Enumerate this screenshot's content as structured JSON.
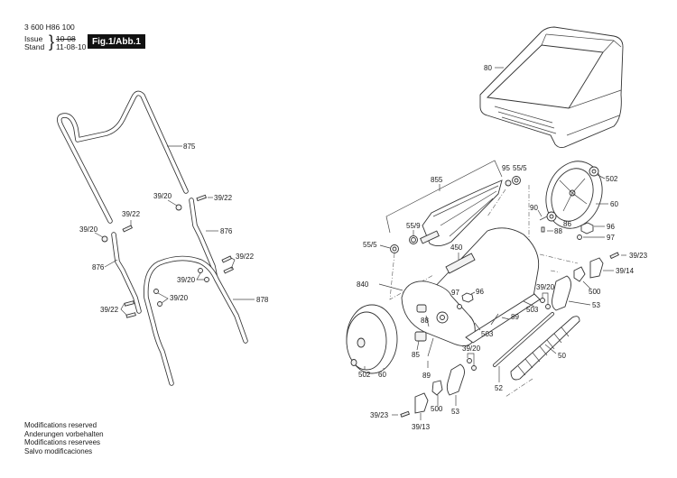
{
  "header": {
    "part_number": "3 600 H86 100",
    "issue_label": "Issue",
    "stand_label": "Stand",
    "issue_date_struck": "10-08",
    "stand_date": "11-08-10",
    "figure_badge": "Fig.1/Abb.1"
  },
  "notes": [
    "Modifications reserved",
    "Anderungen vorbehalten",
    "Modifications reservees",
    "Salvo modificaciones"
  ],
  "callouts": {
    "grass_box": "80",
    "upper_handle": "875",
    "mid_handle": "876",
    "lower_handle": "878",
    "nut": "39/20",
    "bolt": "39/22",
    "cylinder": "855",
    "spacer": "95",
    "bearing": "55/5",
    "spring": "55/9",
    "cover": "450",
    "side_plate": "840",
    "wheel": "60",
    "hub_cap": "502",
    "pinion": "90",
    "gear": "86",
    "pin": "88",
    "knob": "96",
    "washer": "97",
    "bottom_blade": "503",
    "pin_long": "89",
    "gear_small": "85",
    "roller": "50",
    "axle": "52",
    "bracket": "53",
    "cap": "500",
    "screw": "39/23",
    "clip_r": "39/14",
    "clip_l": "39/13"
  },
  "colors": {
    "ink": "#1a1a1a",
    "badge_bg": "#111111",
    "badge_text": "#ffffff"
  }
}
